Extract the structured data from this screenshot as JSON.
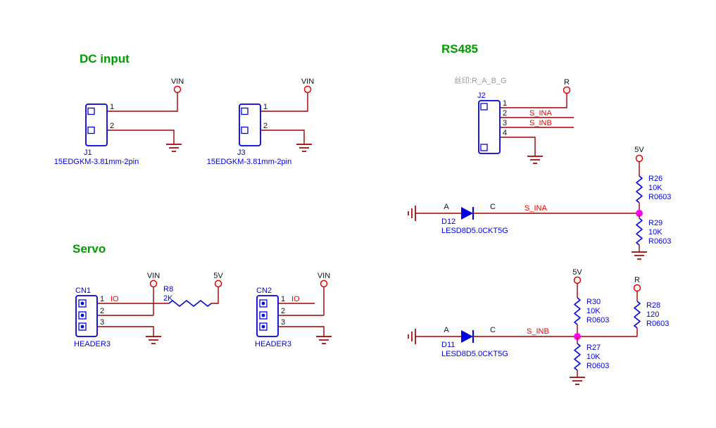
{
  "sections": {
    "dc_input": {
      "title": "DC input"
    },
    "servo": {
      "title": "Servo"
    },
    "rs485": {
      "title": "RS485",
      "silk_note": "丝印:R_A_B_G"
    }
  },
  "power_labels": {
    "vin": "VIN",
    "v5": "5V",
    "r": "R"
  },
  "net_labels": {
    "s_ina": "S_INA",
    "s_inb": "S_INB",
    "io": "IO"
  },
  "diode_pin_labels": {
    "anode": "A",
    "cathode": "C"
  },
  "components": {
    "j1": {
      "ref": "J1",
      "part": "15EDGKM-3.81mm-2pin",
      "pins": [
        "1",
        "2"
      ]
    },
    "j3": {
      "ref": "J3",
      "part": "15EDGKM-3.81mm-2pin",
      "pins": [
        "1",
        "2"
      ]
    },
    "j2": {
      "ref": "J2",
      "pins": [
        "1",
        "2",
        "3",
        "4"
      ]
    },
    "cn1": {
      "ref": "CN1",
      "part": "HEADER3",
      "pins": [
        "1",
        "2",
        "3"
      ]
    },
    "cn2": {
      "ref": "CN2",
      "part": "HEADER3",
      "pins": [
        "1",
        "2",
        "3"
      ]
    },
    "r8": {
      "ref": "R8",
      "value": "2K"
    },
    "r26": {
      "ref": "R26",
      "value": "10K",
      "package": "R0603"
    },
    "r29": {
      "ref": "R29",
      "value": "10K",
      "package": "R0603"
    },
    "r30": {
      "ref": "R30",
      "value": "10K",
      "package": "R0603"
    },
    "r28": {
      "ref": "R28",
      "value": "120",
      "package": "R0603"
    },
    "r27": {
      "ref": "R27",
      "value": "10K",
      "package": "R0603"
    },
    "d12": {
      "ref": "D12",
      "part": "LESD8D5.0CKT5G"
    },
    "d11": {
      "ref": "D11",
      "part": "LESD8D5.0CKT5G"
    }
  },
  "colors": {
    "wire": "#a00000",
    "component": "#0000e0",
    "net_label": "#ee0000",
    "section_title": "#009b00",
    "junction": "#ff00ff",
    "silk_note": "#9a9a9a"
  }
}
